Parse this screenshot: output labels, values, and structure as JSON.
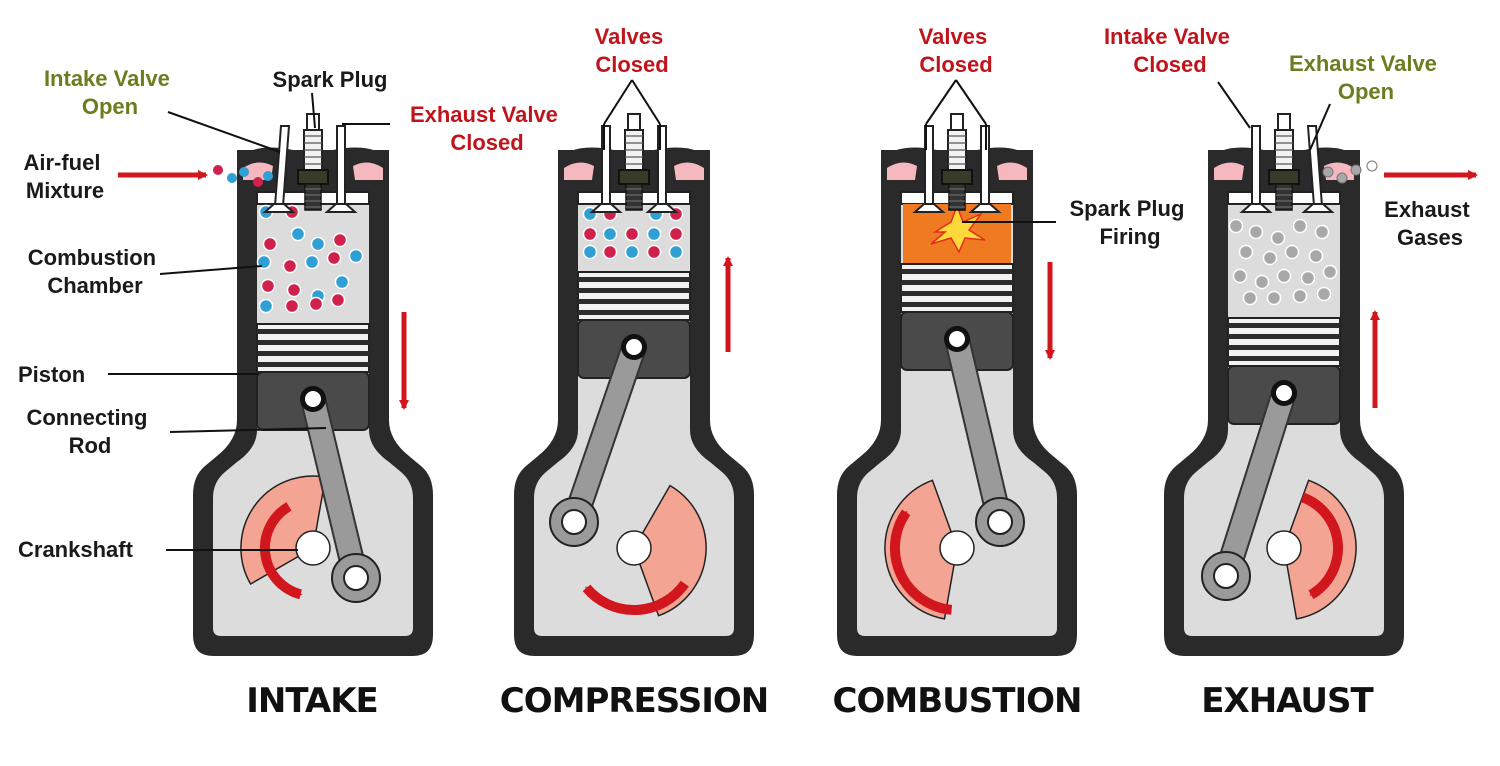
{
  "strokes": [
    {
      "id": "intake",
      "title": "INTAKE"
    },
    {
      "id": "compression",
      "title": "COMPRESSION"
    },
    {
      "id": "combustion",
      "title": "COMBUSTION"
    },
    {
      "id": "exhaust",
      "title": "EXHAUST"
    }
  ],
  "labels": {
    "intake_valve_open": [
      "Intake Valve",
      "Open"
    ],
    "spark_plug": "Spark Plug",
    "exhaust_valve_closed": [
      "Exhaust Valve",
      "Closed"
    ],
    "air_fuel_mixture": [
      "Air-fuel",
      "Mixture"
    ],
    "combustion_chamber": [
      "Combustion",
      "Chamber"
    ],
    "piston": "Piston",
    "connecting_rod": [
      "Connecting",
      "Rod"
    ],
    "crankshaft": "Crankshaft",
    "valves_closed_compression": [
      "Valves",
      "Closed"
    ],
    "valves_closed_combustion": [
      "Valves",
      "Closed"
    ],
    "spark_plug_firing": [
      "Spark Plug",
      "Firing"
    ],
    "intake_valve_closed": [
      "Intake Valve",
      "Closed"
    ],
    "exhaust_valve_open": [
      "Exhaust Valve",
      "Open"
    ],
    "exhaust_gases": [
      "Exhaust",
      "Gases"
    ]
  },
  "colors": {
    "casing": "#2a2a2b",
    "cylinder": "#dcdcdc",
    "piston": "#4a4a4a",
    "rod": "#9a9a9a",
    "crank": "#f4a493",
    "arrow": "#d2161e",
    "fuel_blue": "#2f9fd4",
    "fuel_red": "#d0204c",
    "exhaust_gas": "#a8a8a8",
    "flame": "#f07a22",
    "label_black": "#1a1a1a",
    "label_olive": "#6b7d1f",
    "label_red": "#c0141c"
  },
  "icons": [
    "spark-plug-icon",
    "direction-arrow-icon",
    "rotation-arrow-icon"
  ]
}
